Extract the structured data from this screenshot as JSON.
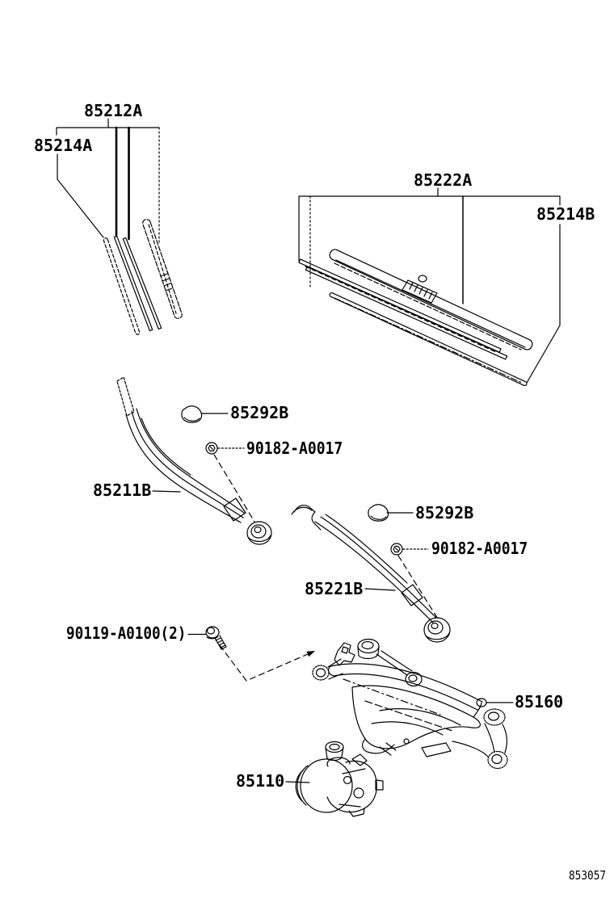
{
  "diagram": {
    "footer_code": "853057",
    "colors": {
      "line": "#000000",
      "background": "#ffffff",
      "label_text": "#000000"
    }
  },
  "parts": {
    "labels": [
      {
        "id": "85212A",
        "text": "85212A"
      },
      {
        "id": "85214A",
        "text": "85214A"
      },
      {
        "id": "85222A",
        "text": "85222A"
      },
      {
        "id": "85214B",
        "text": "85214B"
      },
      {
        "id": "85292B-left",
        "text": "85292B"
      },
      {
        "id": "90182-A0017-left",
        "text": "90182-A0017"
      },
      {
        "id": "85211B",
        "text": "85211B"
      },
      {
        "id": "85292B-right",
        "text": "85292B"
      },
      {
        "id": "90182-A0017-right",
        "text": "90182-A0017"
      },
      {
        "id": "85221B",
        "text": "85221B"
      },
      {
        "id": "90119-A0100",
        "text": "90119-A0100(2)"
      },
      {
        "id": "85160",
        "text": "85160"
      },
      {
        "id": "85110",
        "text": "85110"
      }
    ]
  }
}
